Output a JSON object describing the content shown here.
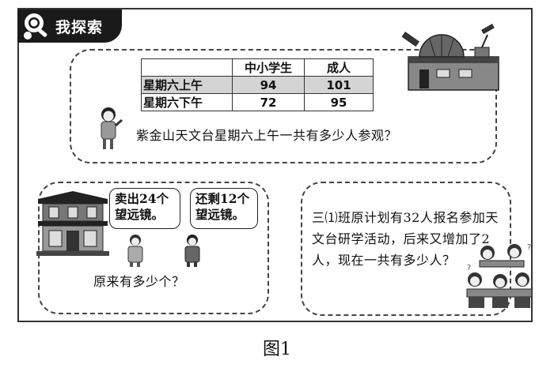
{
  "header": {
    "title": "我探索"
  },
  "table": {
    "columns": [
      "",
      "中小学生",
      "成人"
    ],
    "rows": [
      {
        "label": "星期六上午",
        "students": "94",
        "adults": "101"
      },
      {
        "label": "星期六下午",
        "students": "72",
        "adults": "95"
      }
    ]
  },
  "problem1": {
    "question": "紫金山天文台星期六上午一共有多少人参观？"
  },
  "problem2": {
    "bubble_left": [
      "卖出24个",
      "望远镜。"
    ],
    "bubble_right": [
      "还剩12个",
      "望远镜。"
    ],
    "question": "原来有多少个？"
  },
  "problem3": {
    "lines": [
      "三⑴班原计划有32人报名参加天",
      "文台研学活动，后来又增加了2",
      "人，现在一共有多少人？"
    ]
  },
  "caption": "图1"
}
